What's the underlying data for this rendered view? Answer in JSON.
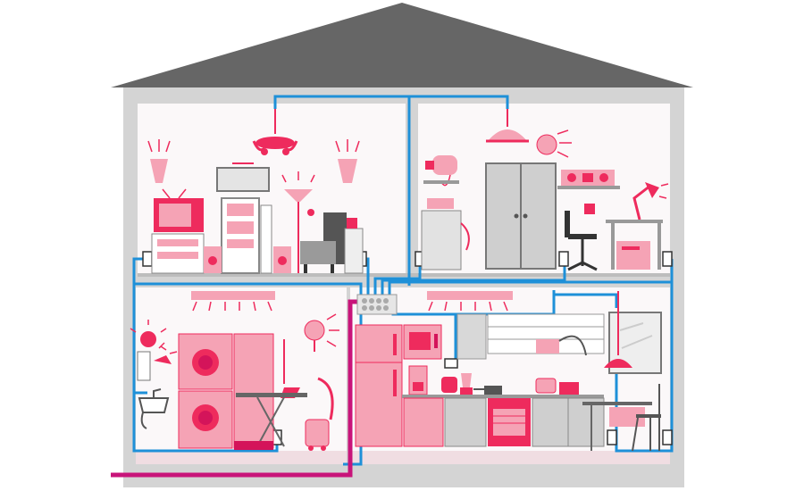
{
  "colors": {
    "background": "#ffffff",
    "roof": "#666666",
    "wall": "#d4d4d4",
    "room": "#fbf8f9",
    "pink": "#f5a3b5",
    "red": "#ee2b5d",
    "deep_red": "#d4145a",
    "wire_blue": "#1e90d8",
    "magenta": "#c8147a",
    "appliance_grey": "#cfcfcf",
    "dark_grey": "#555555"
  },
  "rooms": [
    {
      "id": "living-room",
      "appliances": [
        "ceiling-lamp",
        "wall-lamps",
        "television",
        "stereo-system",
        "floor-lamp",
        "armchair",
        "speakers"
      ]
    },
    {
      "id": "bedroom",
      "appliances": [
        "ceiling-lamp",
        "wardrobe",
        "radiator",
        "hair-dryer",
        "radio",
        "desk-lamp",
        "computer",
        "desk-chair"
      ]
    },
    {
      "id": "utility-room",
      "appliances": [
        "ceiling-light",
        "heater",
        "stacked-washer-dryer",
        "ironing-board",
        "iron",
        "vacuum-cleaner",
        "sink",
        "water-heater"
      ]
    },
    {
      "id": "kitchen",
      "appliances": [
        "ceiling-light",
        "refrigerator",
        "microwave",
        "coffee-maker",
        "kettle",
        "blender",
        "stove",
        "cabinets",
        "table",
        "chair",
        "window"
      ]
    }
  ]
}
